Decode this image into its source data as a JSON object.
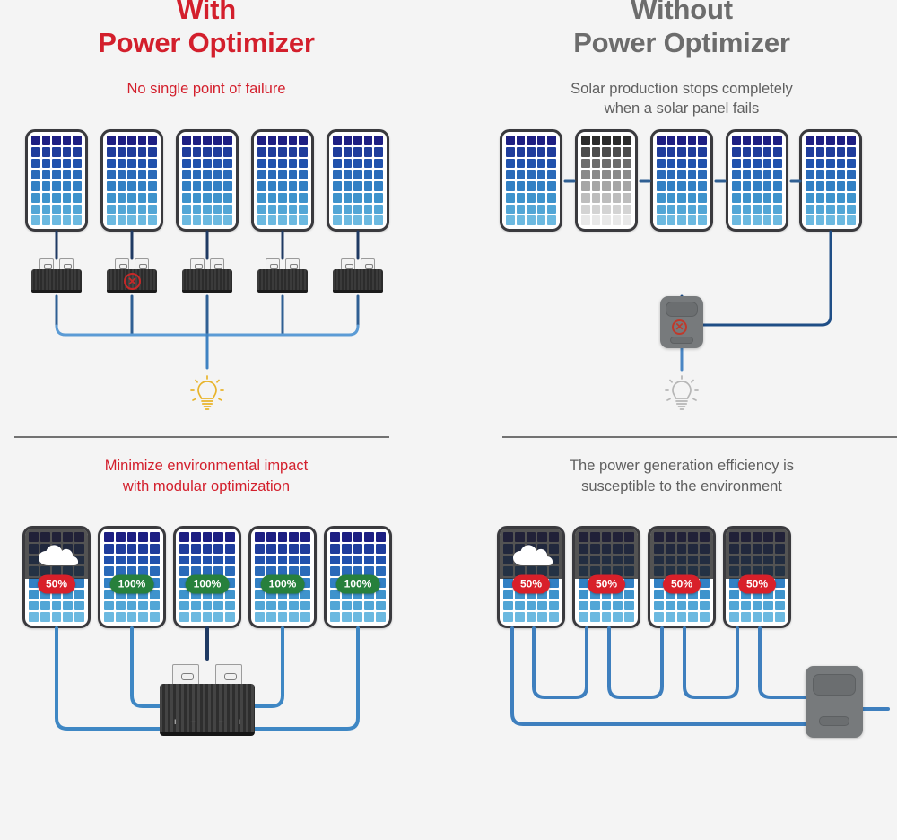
{
  "left": {
    "title_line1": "With",
    "title_line2": "Power Optimizer",
    "subtitle": "No single point of failure",
    "section2_caption_line1": "Minimize environmental impact",
    "section2_caption_line2": "with modular optimization",
    "accent_color": "#d31f2c",
    "top_panels": [
      {
        "state": "normal"
      },
      {
        "state": "normal"
      },
      {
        "state": "normal"
      },
      {
        "state": "normal"
      },
      {
        "state": "normal"
      }
    ],
    "optimizers": [
      {
        "fault": false
      },
      {
        "fault": true
      },
      {
        "fault": false
      },
      {
        "fault": false
      },
      {
        "fault": false
      }
    ],
    "bottom_panels": [
      {
        "state": "shaded",
        "cloud": true,
        "badge": "50%",
        "badge_color": "#d8202a"
      },
      {
        "state": "normal",
        "cloud": false,
        "badge": "100%",
        "badge_color": "#27803c"
      },
      {
        "state": "normal",
        "cloud": false,
        "badge": "100%",
        "badge_color": "#27803c"
      },
      {
        "state": "normal",
        "cloud": false,
        "badge": "100%",
        "badge_color": "#27803c"
      },
      {
        "state": "normal",
        "cloud": false,
        "badge": "100%",
        "badge_color": "#27803c"
      }
    ],
    "lamp_state": "on",
    "lamp_color": "#e8b42c",
    "controller_terminals": [
      "+",
      "−",
      "−",
      "+"
    ]
  },
  "right": {
    "title_line1": "Without",
    "title_line2": "Power Optimizer",
    "subtitle_line1": "Solar production stops completely",
    "subtitle_line2": "when a solar panel fails",
    "section2_caption_line1": "The power generation efficiency is",
    "section2_caption_line2": "susceptible to the environment",
    "accent_color": "#6c6c6c",
    "top_panels": [
      {
        "state": "normal"
      },
      {
        "state": "failed"
      },
      {
        "state": "normal"
      },
      {
        "state": "normal"
      },
      {
        "state": "normal"
      }
    ],
    "bottom_panels": [
      {
        "state": "shaded",
        "cloud": true,
        "badge": "50%",
        "badge_color": "#d8202a"
      },
      {
        "state": "shaded",
        "cloud": false,
        "badge": "50%",
        "badge_color": "#d8202a"
      },
      {
        "state": "shaded",
        "cloud": false,
        "badge": "50%",
        "badge_color": "#d8202a"
      },
      {
        "state": "shaded",
        "cloud": false,
        "badge": "50%",
        "badge_color": "#d8202a"
      }
    ],
    "inverter_fault": true,
    "lamp_state": "off",
    "lamp_color": "#b6b6b6"
  },
  "icons": {
    "fault": "✕",
    "cloud": "cloud-icon",
    "bulb": "lightbulb-icon"
  },
  "theme": {
    "background": "#f4f4f4",
    "wire_color_dark": "#1f3a63",
    "wire_color_light": "#5b9bd5",
    "panel_border": "#3a3a3e"
  }
}
